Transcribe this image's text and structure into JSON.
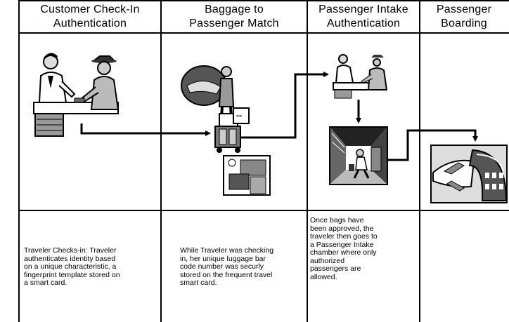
{
  "columns": [
    {
      "title_line1": "Customer Check-In",
      "title_line2": "Authentication",
      "image": "check-in-counter-scene",
      "description": "Traveler Checks-in:  Traveler\nauthenticates identity based\non a unique characteristic, a\nfingerprint template stored on\na smart card."
    },
    {
      "title_line1": "Baggage to",
      "title_line2": "Passenger Match",
      "image": "baggage-handling-scene",
      "description": "While Traveler was checking\nin, her unique luggage bar\ncode number was securly\nstored on the frequent travel\nsmart card."
    },
    {
      "title_line1": "Passenger Intake",
      "title_line2": "Authentication",
      "image": "intake-chamber-scene",
      "description": "Once bags have\nbeen approved, the\ntraveler then goes to\na Passenger Intake\nchamber where only\nauthorized\npassengers are\nallowed."
    },
    {
      "title_line1": "Passenger",
      "title_line2": "Boarding",
      "image": "airplane-boarding-scene",
      "description": ""
    }
  ]
}
